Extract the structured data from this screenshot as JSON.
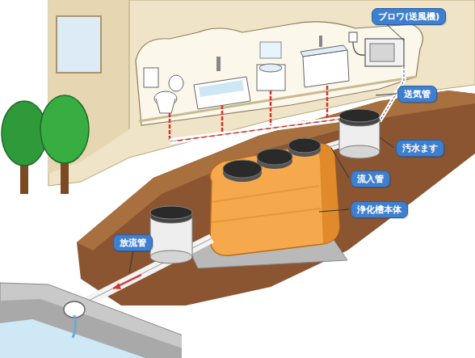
{
  "diagram": {
    "nodes": [
      {
        "text": [
          "ブロワ(送風機)"
        ]
      },
      {
        "text": [
          "送気管"
        ]
      },
      {
        "text": [
          "汚水ます"
        ]
      },
      {
        "text": [
          "流入管"
        ]
      },
      {
        "text": [
          "浄化槽本体"
        ]
      },
      {
        "text": [
          "放流管"
        ]
      }
    ]
  }
}
